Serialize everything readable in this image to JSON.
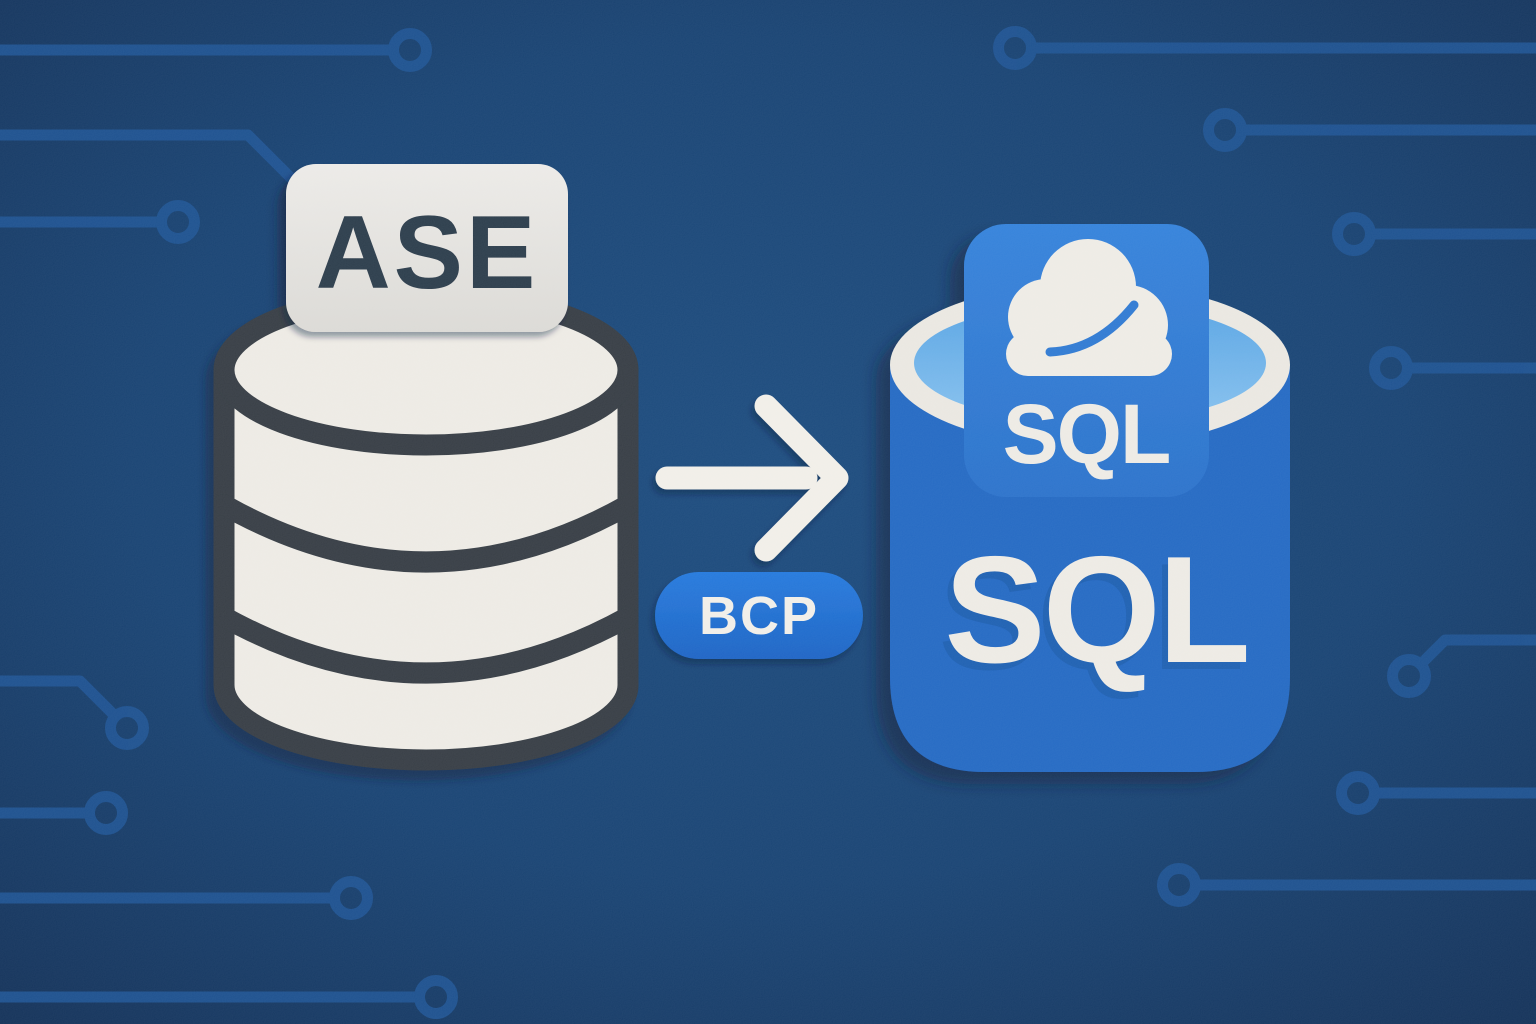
{
  "labels": {
    "source": "ASE",
    "transfer": "BCP",
    "target_badge": "SQL",
    "target_body": "SQL"
  },
  "icons": {
    "source": "database-cylinder-icon",
    "transfer": "arrow-right-icon",
    "target": "cloud-database-icon",
    "background": "circuit-pattern"
  },
  "colors": {
    "background": "#164171",
    "background_edge": "#112f56",
    "circuit_trace": "#1c5190",
    "source_fill": "#eeebe4",
    "source_outline": "#343b42",
    "label_bg": "#e6e4df",
    "label_text": "#2c3a49",
    "arrow": "#f2efe8",
    "pill_bg": "#1e6bca",
    "pill_text": "#f2efe8",
    "target_body": "#2267c2",
    "target_badge": "#2e79d2",
    "target_rim": "#ebe8e1",
    "target_inner_ellipse": "#6fb2e8",
    "text_cream": "#eeebe4"
  }
}
